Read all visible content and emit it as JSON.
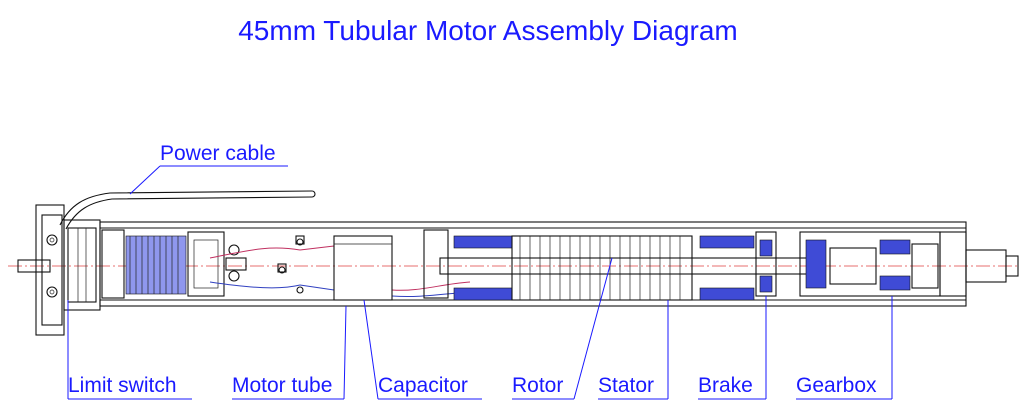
{
  "diagram": {
    "title": "45mm Tubular Motor Assembly Diagram",
    "labels": {
      "power_cable": "Power cable",
      "limit_switch": "Limit switch",
      "motor_tube": "Motor tube",
      "capacitor": "Capacitor",
      "rotor": "Rotor",
      "stator": "Stator",
      "brake": "Brake",
      "gearbox": "Gearbox"
    },
    "colors": {
      "label_blue": "#1a1aff",
      "coil_blue": "#3f4bd6",
      "centerline_red": "#e04040"
    }
  }
}
